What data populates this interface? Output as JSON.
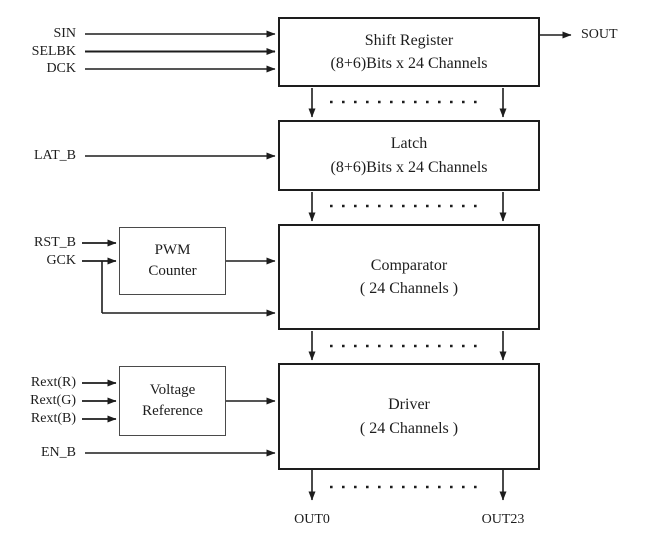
{
  "blocks": {
    "shift_register": {
      "title": "Shift Register",
      "subtitle": "(8+6)Bits x 24 Channels"
    },
    "latch": {
      "title": "Latch",
      "subtitle": "(8+6)Bits x 24 Channels"
    },
    "comparator": {
      "title": "Comparator",
      "subtitle": "( 24 Channels )"
    },
    "driver": {
      "title": "Driver",
      "subtitle": "( 24 Channels )"
    },
    "pwm_counter": {
      "line1": "PWM",
      "line2": "Counter"
    },
    "voltage_reference": {
      "line1": "Voltage",
      "line2": "Reference"
    }
  },
  "inputs": {
    "sin": "SIN",
    "selbk": "SELBK",
    "dck": "DCK",
    "lat_b": "LAT_B",
    "rst_b": "RST_B",
    "gck": "GCK",
    "rext_r": "Rext(R)",
    "rext_g": "Rext(G)",
    "rext_b": "Rext(B)",
    "en_b": "EN_B"
  },
  "outputs": {
    "sout": "SOUT",
    "out0": "OUT0",
    "out23": "OUT23"
  },
  "colors": {
    "line": "#1d1d1d",
    "background": "#ffffff"
  }
}
